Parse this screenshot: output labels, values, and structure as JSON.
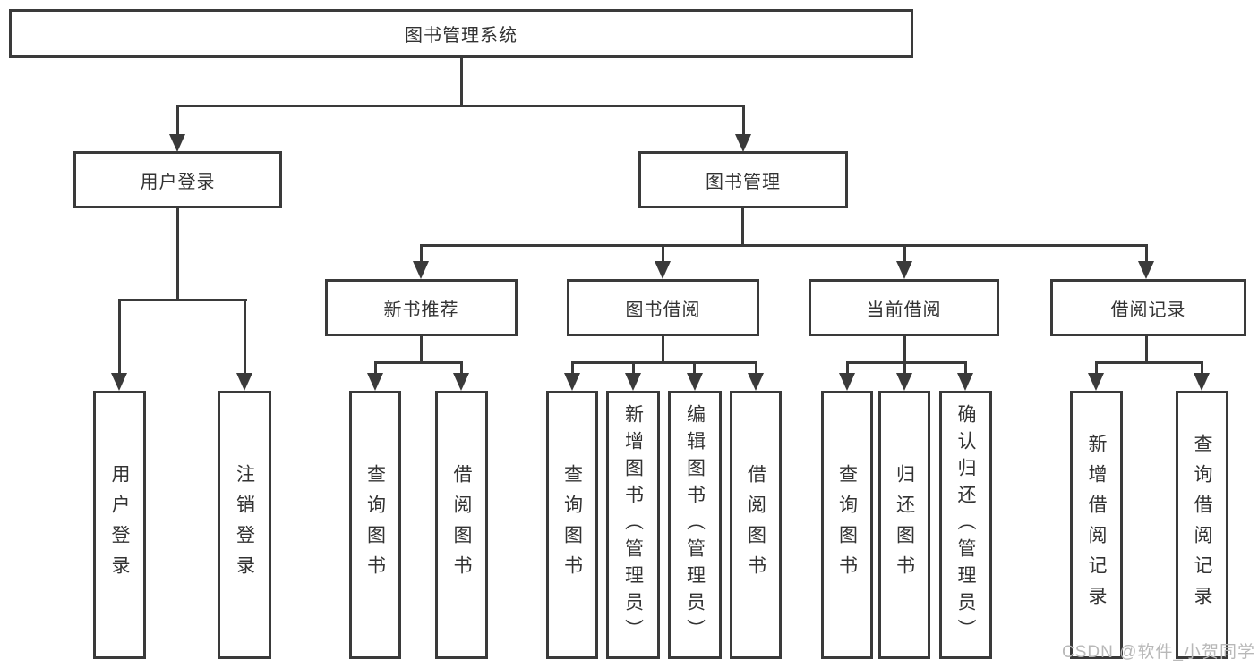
{
  "diagram": {
    "root": "图书管理系统",
    "level2": [
      "用户登录",
      "图书管理"
    ],
    "level3": [
      "新书推荐",
      "图书借阅",
      "当前借阅",
      "借阅记录"
    ],
    "leaves": {
      "login": [
        "用户登录",
        "注销登录"
      ],
      "new_books": [
        "查询图书",
        "借阅图书"
      ],
      "book_borrow": [
        "查询图书",
        "新增图书（管理员）",
        "编辑图书（管理员）",
        "借阅图书"
      ],
      "current_borrow": [
        "查询图书",
        "归还图书",
        "确认归还（管理员）"
      ],
      "borrow_records": [
        "新增借阅记录",
        "查询借阅记录"
      ]
    },
    "watermark": "CSDN @软件_小贺同学",
    "colors": {
      "line": "#3a3a3a",
      "text": "#333333",
      "watermark": "#b8b8b8",
      "background": "#ffffff"
    }
  }
}
